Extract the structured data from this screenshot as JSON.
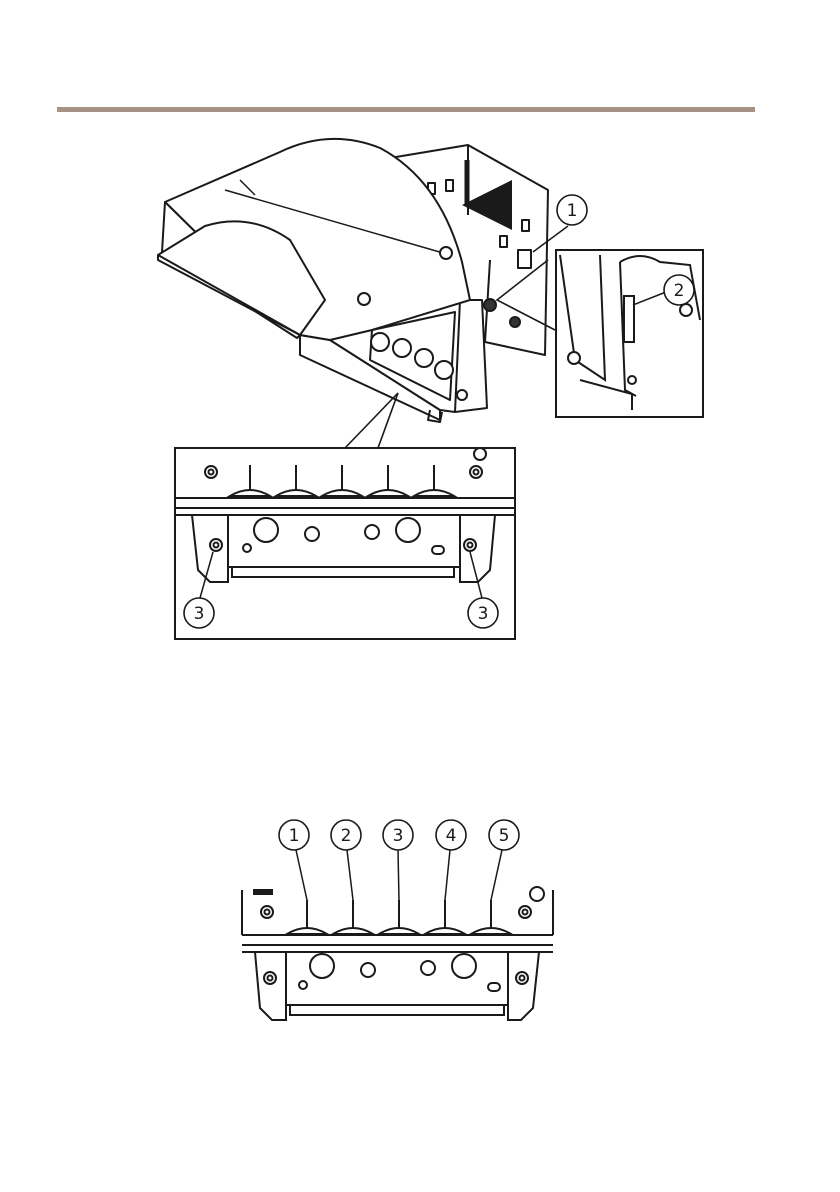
{
  "colors": {
    "header_rule": "#a79386",
    "line": "#1a1a1a",
    "paper": "#ffffff"
  },
  "figure1": {
    "callouts": [
      {
        "id": "c1",
        "label": "1"
      },
      {
        "id": "c2",
        "label": "2"
      },
      {
        "id": "c3a",
        "label": "3"
      },
      {
        "id": "c3b",
        "label": "3"
      }
    ]
  },
  "figure2": {
    "callouts": [
      {
        "id": "p1",
        "label": "1"
      },
      {
        "id": "p2",
        "label": "2"
      },
      {
        "id": "p3",
        "label": "3"
      },
      {
        "id": "p4",
        "label": "4"
      },
      {
        "id": "p5",
        "label": "5"
      }
    ]
  }
}
